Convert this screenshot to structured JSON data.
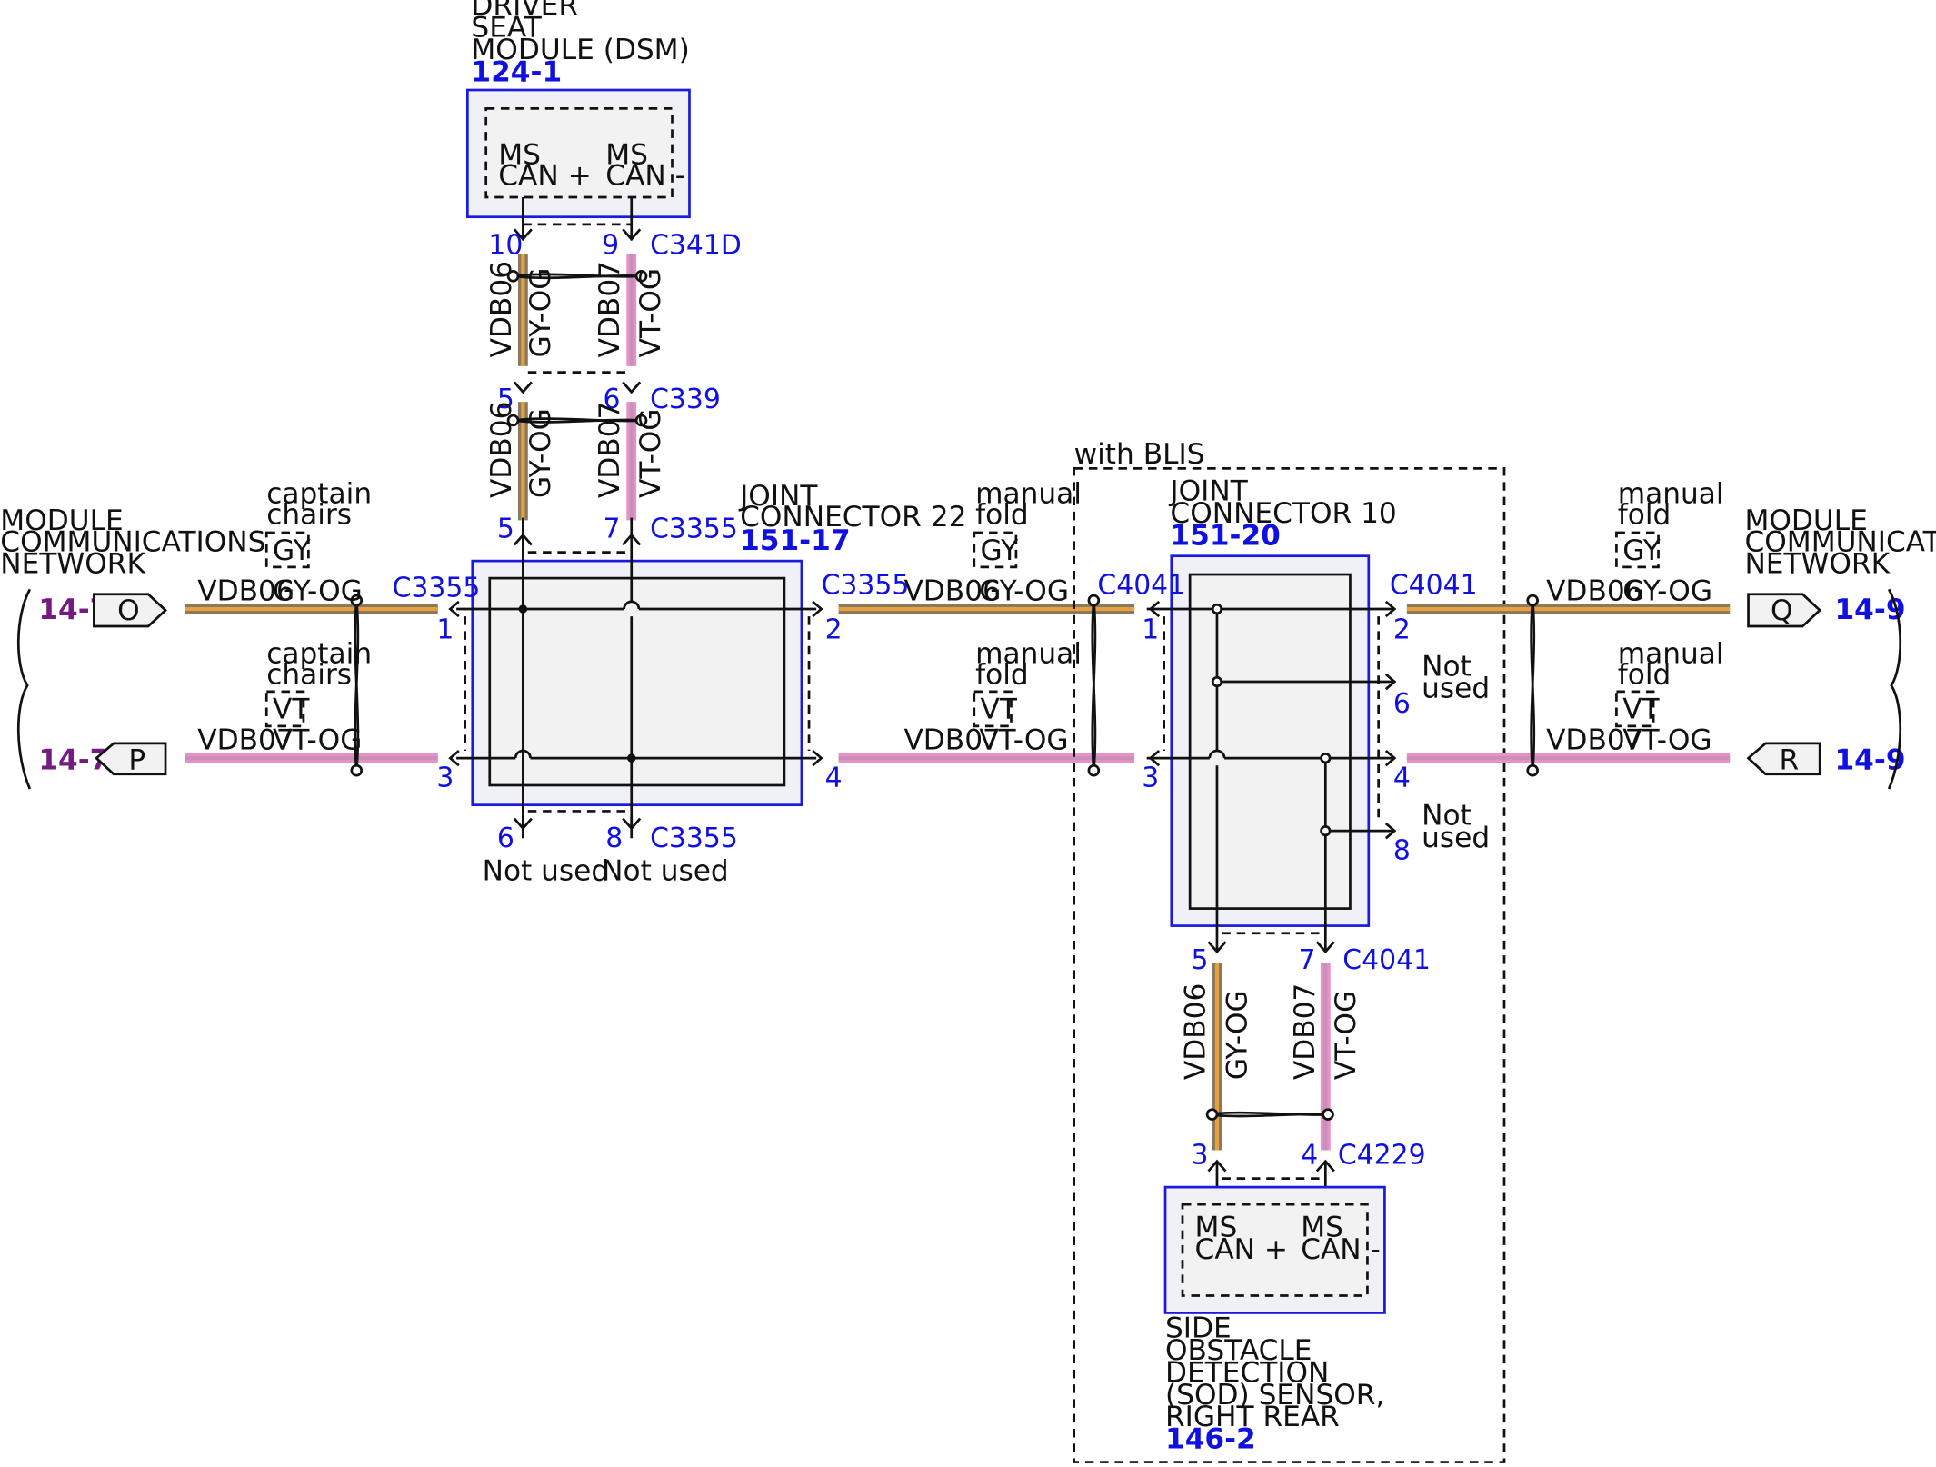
{
  "colors": {
    "gy_og_outer": "#8a7a5c",
    "gy_og_inner": "#e8a040",
    "vt_og_outer": "#e890c8",
    "vt_og_inner": "#c890b8",
    "module_ref_blue": "#1010e0",
    "page_ref_purple": "#741a80",
    "box_outline": "#1a1ae0"
  },
  "modules": {
    "dsm": {
      "title": [
        "DRIVER",
        "SEAT",
        "MODULE (DSM)"
      ],
      "ref": "124-1",
      "pin_left": [
        "MS",
        "CAN +"
      ],
      "pin_right": [
        "MS",
        "CAN -"
      ]
    },
    "jc22": {
      "title": [
        "JOINT",
        "CONNECTOR 22"
      ],
      "ref": "151-17"
    },
    "jc10": {
      "title": [
        "JOINT",
        "CONNECTOR 10"
      ],
      "ref": "151-20"
    },
    "sod": {
      "title": [
        "SIDE",
        "OBSTACLE",
        "DETECTION",
        "(SOD) SENSOR,",
        "RIGHT REAR"
      ],
      "ref": "146-2",
      "pin_left": [
        "MS",
        "CAN +"
      ],
      "pin_right": [
        "MS",
        "CAN -"
      ]
    }
  },
  "network": {
    "left_title": [
      "MODULE",
      "COMMUNICATIONS",
      "NETWORK"
    ],
    "right_title": [
      "MODULE",
      "COMMUNICATIONS",
      "NETWORK"
    ],
    "left_ref": "14-7",
    "right_ref": "14-9",
    "flags": [
      "O",
      "P",
      "Q",
      "R"
    ]
  },
  "blis_label": "with BLIS",
  "options": {
    "captain": [
      "captain",
      "chairs"
    ],
    "manual": [
      "manual",
      "fold"
    ],
    "gy": "GY",
    "vt": "VT"
  },
  "circuits": {
    "c06": "VDB06",
    "c07": "VDB07",
    "gy_og": "GY-OG",
    "vt_og": "VT-OG"
  },
  "connectors": {
    "c341d": "C341D",
    "c339": "C339",
    "c3355": "C3355",
    "c4041": "C4041",
    "c4229": "C4229"
  },
  "pins": {
    "dsm_10": "10",
    "dsm_9": "9",
    "c339_5": "5",
    "c339_6": "6",
    "jc22_5": "5",
    "jc22_7": "7",
    "jc22_1": "1",
    "jc22_3": "3",
    "jc22_2": "2",
    "jc22_4": "4",
    "jc22_6": "6",
    "jc22_8": "8",
    "jc10_1": "1",
    "jc10_3": "3",
    "jc10_2": "2",
    "jc10_4": "4",
    "jc10_6": "6",
    "jc10_8": "8",
    "jc10_5": "5",
    "jc10_7": "7",
    "sod_3": "3",
    "sod_4": "4"
  },
  "not_used": "Not used",
  "not_used_lines": [
    "Not",
    "used"
  ]
}
